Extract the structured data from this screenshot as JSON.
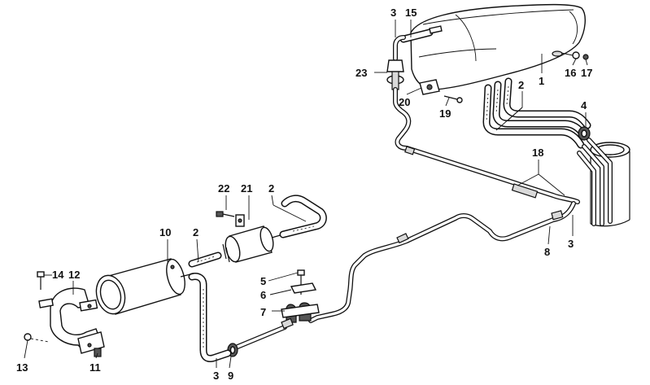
{
  "callouts": {
    "c1": "1",
    "c2_tank": "2",
    "c2_filter": "2",
    "c2_hose": "2",
    "c3_top": "3",
    "c3_right": "3",
    "c3_bottom": "3",
    "c4": "4",
    "c5": "5",
    "c6": "6",
    "c7": "7",
    "c8": "8",
    "c9": "9",
    "c10": "10",
    "c11": "11",
    "c12": "12",
    "c13": "13",
    "c14": "14",
    "c15": "15",
    "c16": "16",
    "c17": "17",
    "c18": "18",
    "c19": "19",
    "c20": "20",
    "c21": "21",
    "c22": "22",
    "c23": "23"
  }
}
